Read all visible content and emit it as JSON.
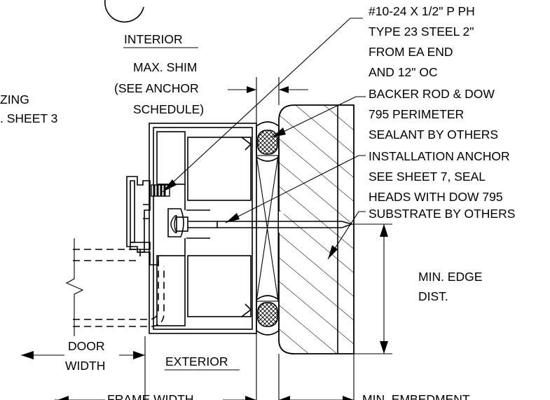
{
  "labels": {
    "interior": "INTERIOR",
    "exterior": "EXTERIOR",
    "max_shim_1": "MAX. SHIM",
    "max_shim_2": "(SEE ANCHOR",
    "max_shim_3": "SCHEDULE)",
    "glazing_1": "ZING",
    "glazing_2": ". SHEET 3",
    "screw_1": "#10-24 X 1/2\" P PH",
    "screw_2": "TYPE 23 STEEL 2\"",
    "screw_3": "FROM EA END",
    "screw_4": "AND 12\" OC",
    "backer_1": "BACKER ROD & DOW",
    "backer_2": "795 PERIMETER",
    "backer_3": "SEALANT BY OTHERS",
    "anchor_1": "INSTALLATION ANCHOR",
    "anchor_2": "SEE SHEET 7, SEAL",
    "anchor_3": "HEADS WITH DOW 795",
    "substrate": "SUBSTRATE BY OTHERS",
    "edge_1": "MIN. EDGE",
    "edge_2": "DIST.",
    "door_1": "DOOR",
    "door_2": "WIDTH",
    "frame_width": "FRAME WIDTH",
    "min_embedment": "MIN. EMBEDMENT"
  }
}
